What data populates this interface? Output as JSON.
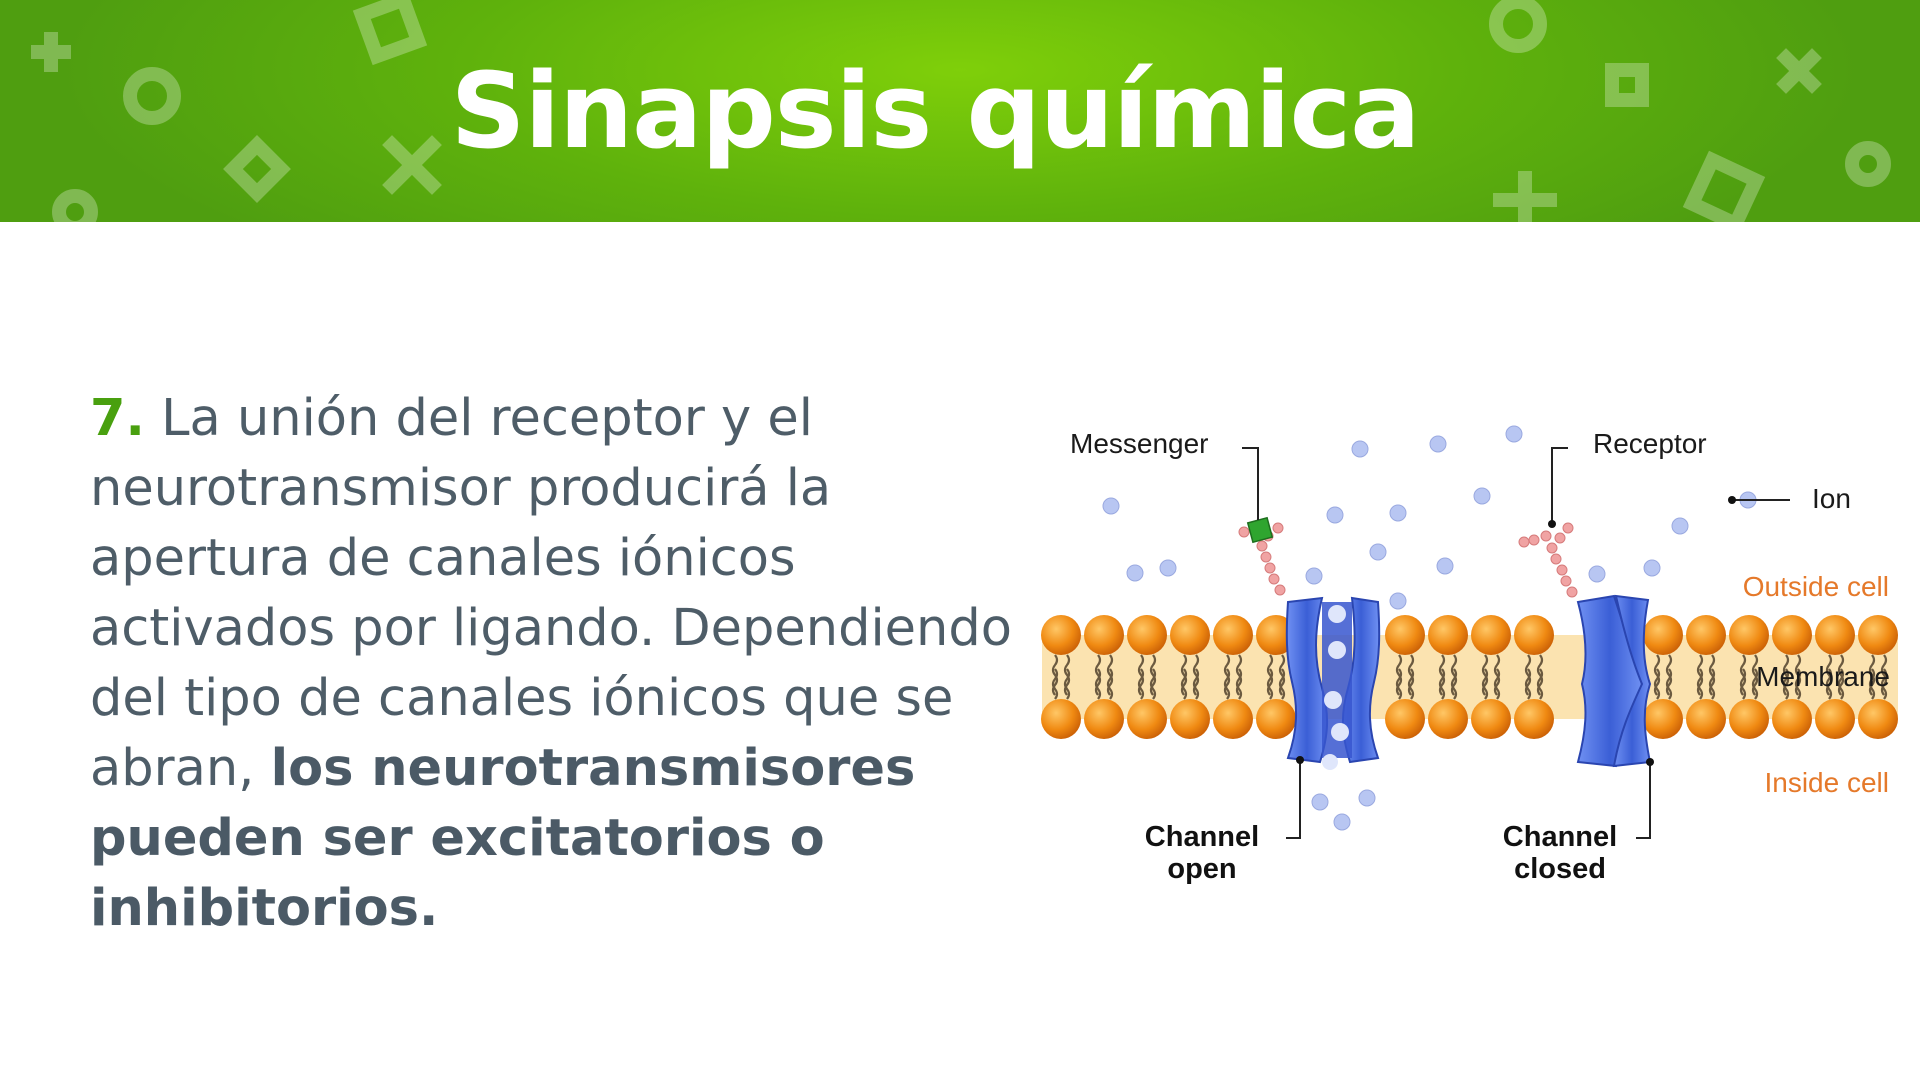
{
  "slide": {
    "title": "Sinapsis química",
    "number": "7.",
    "text_regular": " La unión del receptor y el neurotransmisor producirá la apertura de canales iónicos activados por ligando. Dependiendo del tipo de canales iónicos que se abran, ",
    "text_bold": "los neurotransmisores pueden ser excitatorios o inhibitorios."
  },
  "diagram": {
    "labels": {
      "messenger": "Messenger",
      "receptor": "Receptor",
      "ion": "Ion",
      "outside_cell": "Outside cell",
      "membrane": "Membrane",
      "inside_cell": "Inside cell",
      "channel_open_line1": "Channel",
      "channel_open_line2": "open",
      "channel_closed_line1": "Channel",
      "channel_closed_line2": "closed"
    },
    "colors": {
      "banner_green": "#5fb20c",
      "lipid_head": "#f08a12",
      "membrane_core": "#fbe3b0",
      "channel": "#4a6fe0",
      "ion": "#b8c6f2",
      "messenger": "#2fa52f",
      "receptor_chain": "#f0a3a3",
      "label_orange": "#e5792a"
    }
  }
}
